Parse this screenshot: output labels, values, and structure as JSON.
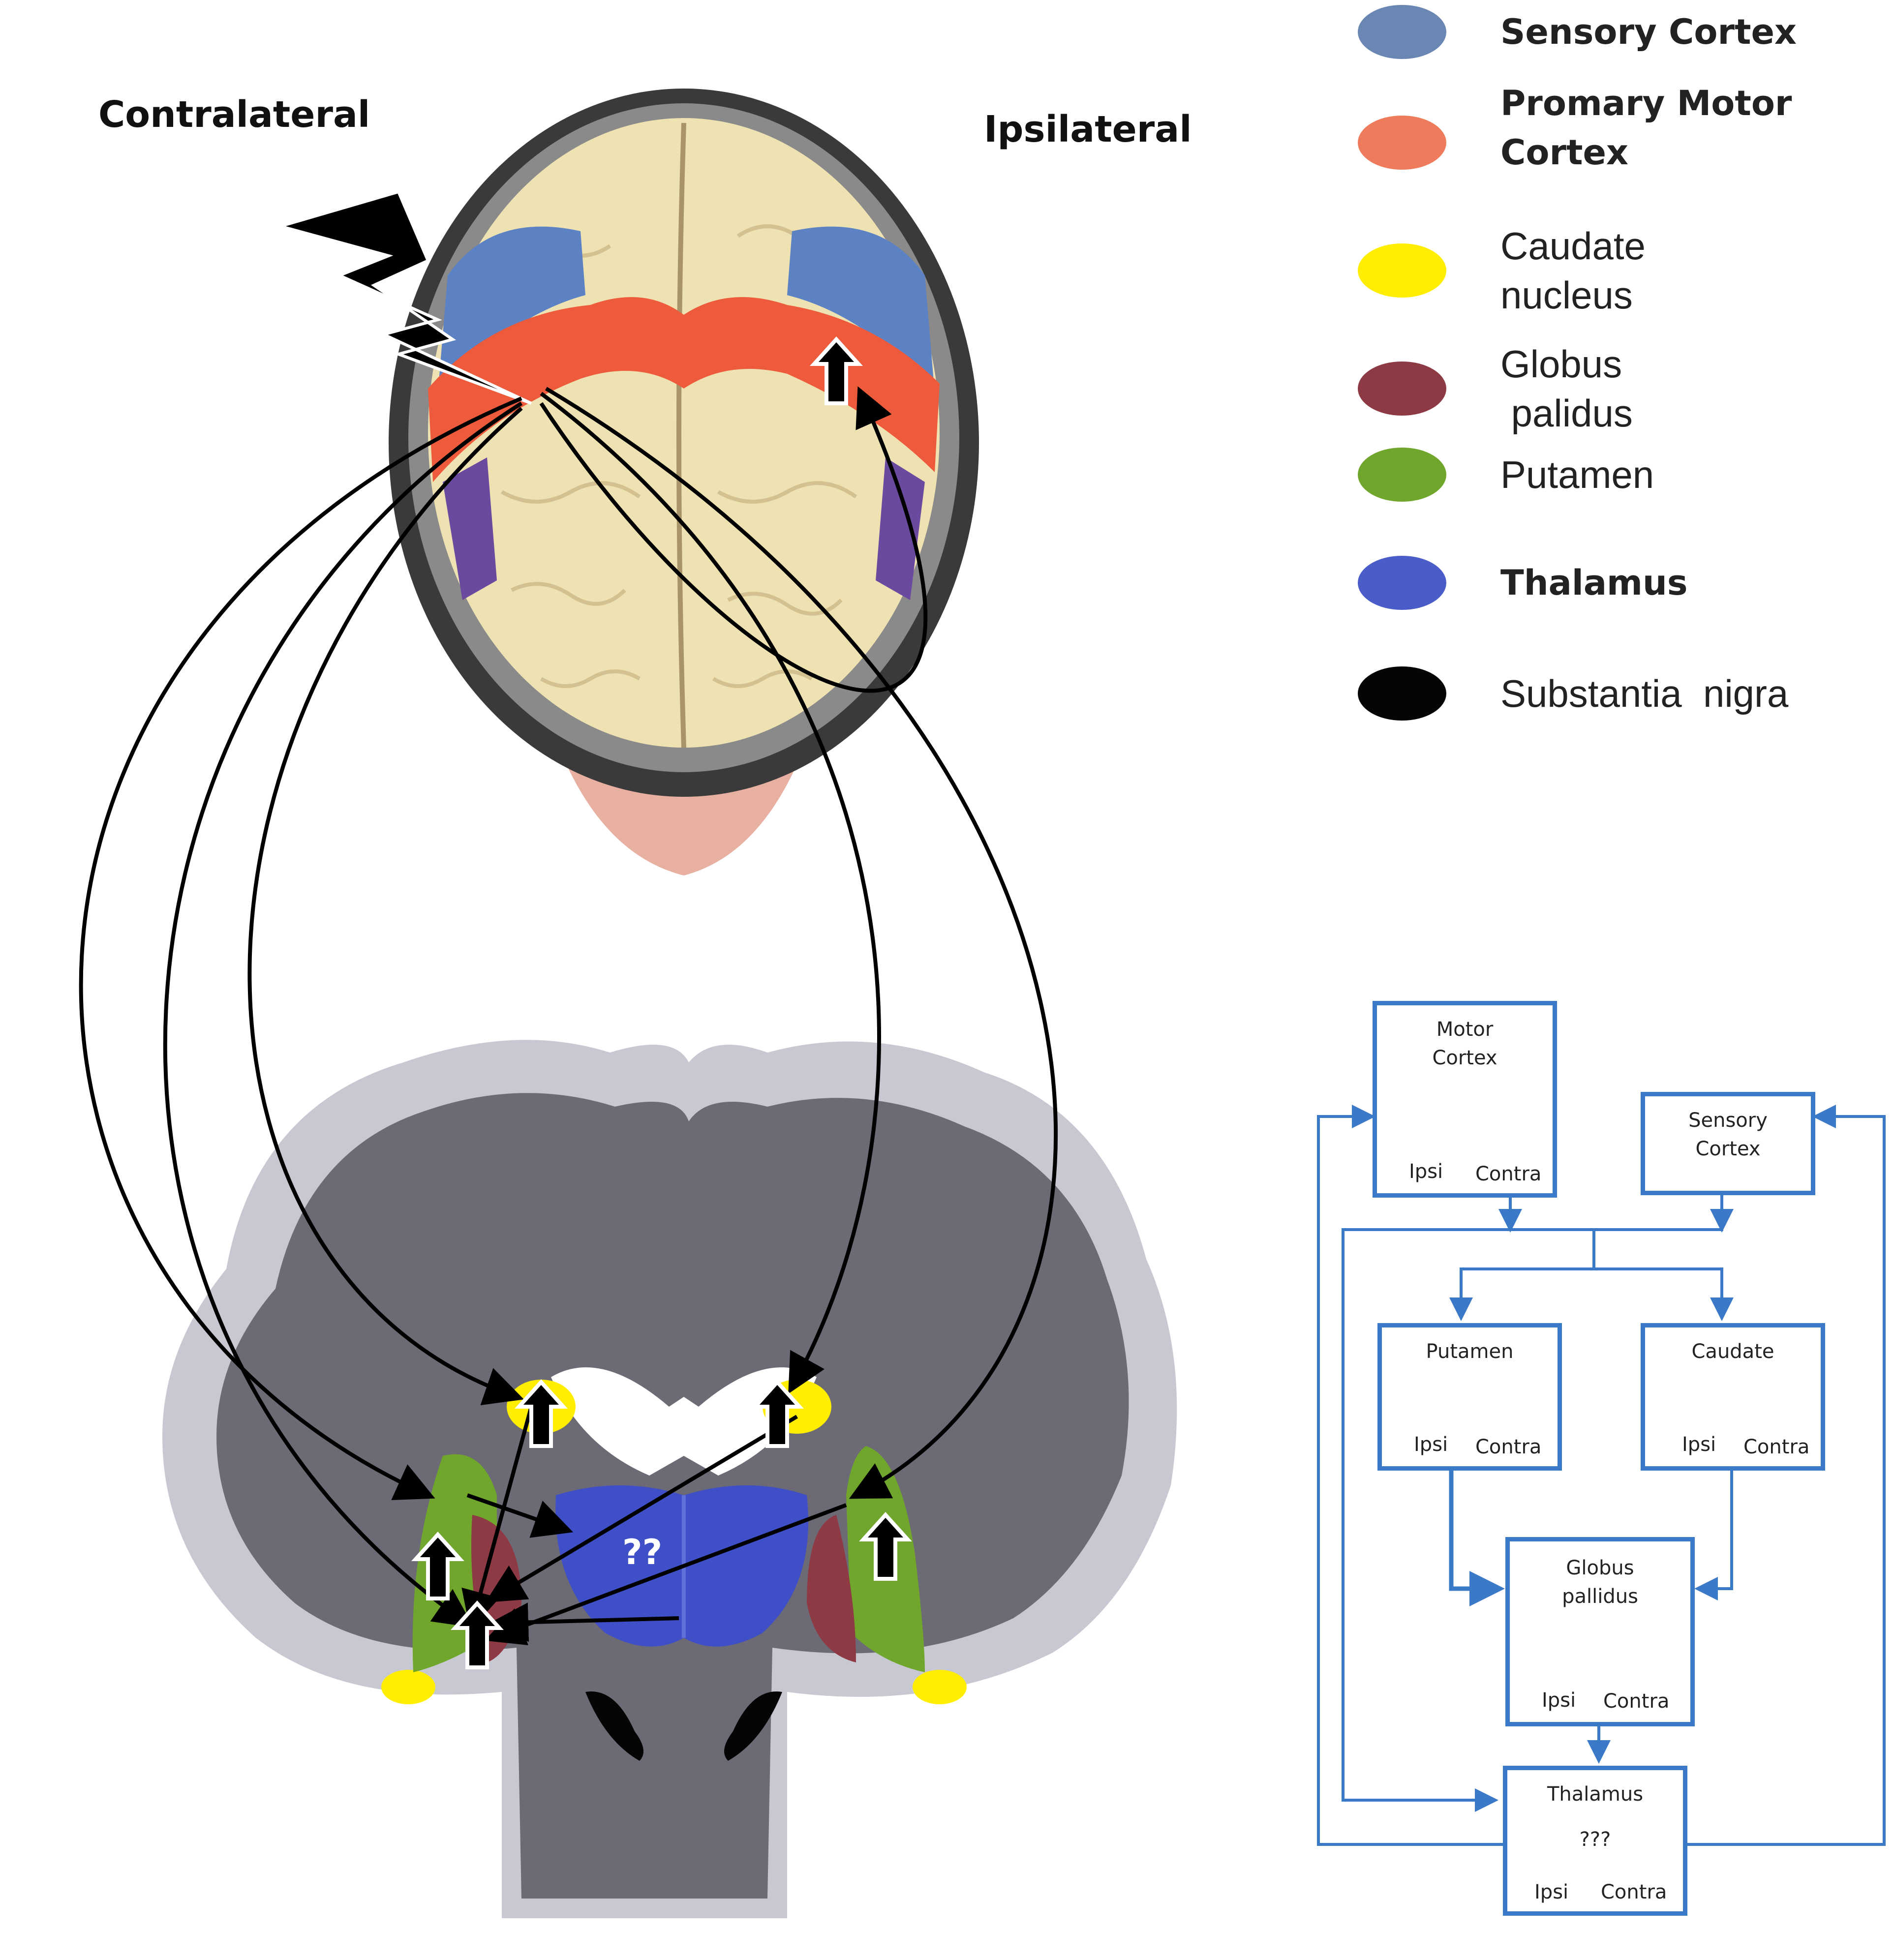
{
  "labels": {
    "contralateral": "Contralateral",
    "ipsilateral": "Ipsilateral",
    "thalamus_question": "??"
  },
  "legend": [
    {
      "label": "Sensory Cortex",
      "color": "#6a86b3",
      "bold": true
    },
    {
      "label": "Promary Motor\nCortex",
      "color": "#ee7b5c",
      "bold": true
    },
    {
      "label": "Caudate\nnucleus",
      "color": "#ffee00",
      "bold": false
    },
    {
      "label": "Globus\n palidus",
      "color": "#8e3a45",
      "bold": false
    },
    {
      "label": "Putamen",
      "color": "#6fa62b",
      "bold": false
    },
    {
      "label": "Thalamus",
      "color": "#4a5cc8",
      "bold": true
    },
    {
      "label": "Substantia  nigra",
      "color": "#050505",
      "bold": false
    }
  ],
  "flow": {
    "accent": "#3a78c8",
    "motor": {
      "title": "Motor\nCortex",
      "ipsi": "Ipsi",
      "contra": "Contra"
    },
    "sensory": {
      "title": "Sensory\nCortex"
    },
    "putamen": {
      "title": "Putamen",
      "ipsi": "Ipsi",
      "contra": "Contra"
    },
    "caudate": {
      "title": "Caudate",
      "ipsi": "Ipsi",
      "contra": "Contra"
    },
    "globus": {
      "title": "Globus\npallidus",
      "ipsi": "Ipsi",
      "contra": "Contra"
    },
    "thalamus": {
      "title": "Thalamus",
      "value": "???",
      "ipsi": "Ipsi",
      "contra": "Contra"
    }
  }
}
